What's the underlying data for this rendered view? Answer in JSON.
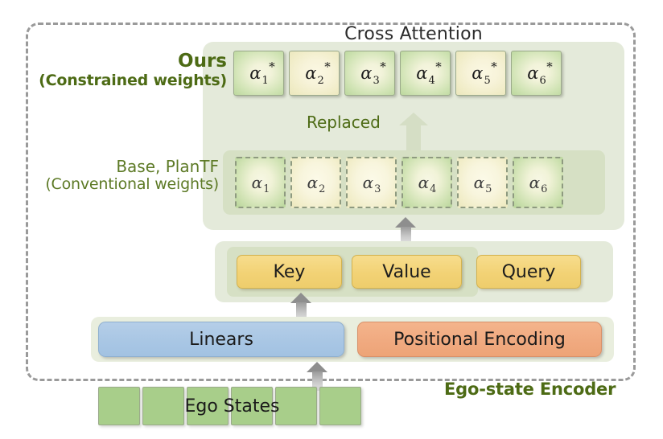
{
  "figure": {
    "cross_attention_title": "Cross Attention",
    "encoder_caption": "Ego-state Encoder",
    "replaced_label": "Replaced"
  },
  "ours": {
    "label_line1": "Ours",
    "label_line2": "(Constrained weights)",
    "weights": [
      {
        "name": "alpha-1-star",
        "symbol": "α",
        "sub": "1",
        "star": "*",
        "fill": "g"
      },
      {
        "name": "alpha-2-star",
        "symbol": "α",
        "sub": "2",
        "star": "*",
        "fill": "y"
      },
      {
        "name": "alpha-3-star",
        "symbol": "α",
        "sub": "3",
        "star": "*",
        "fill": "g"
      },
      {
        "name": "alpha-4-star",
        "symbol": "α",
        "sub": "4",
        "star": "*",
        "fill": "g"
      },
      {
        "name": "alpha-5-star",
        "symbol": "α",
        "sub": "5",
        "star": "*",
        "fill": "y"
      },
      {
        "name": "alpha-6-star",
        "symbol": "α",
        "sub": "6",
        "star": "*",
        "fill": "g"
      }
    ]
  },
  "base": {
    "label_line1": "Base, PlanTF",
    "label_line2": "(Conventional weights)",
    "weights": [
      {
        "name": "alpha-1",
        "symbol": "α",
        "sub": "1",
        "fill": "g"
      },
      {
        "name": "alpha-2",
        "symbol": "α",
        "sub": "2",
        "fill": "y"
      },
      {
        "name": "alpha-3",
        "symbol": "α",
        "sub": "3",
        "fill": "y"
      },
      {
        "name": "alpha-4",
        "symbol": "α",
        "sub": "4",
        "fill": "g"
      },
      {
        "name": "alpha-5",
        "symbol": "α",
        "sub": "5",
        "fill": "y"
      },
      {
        "name": "alpha-6",
        "symbol": "α",
        "sub": "6",
        "fill": "g"
      }
    ]
  },
  "attention_inputs": {
    "key": "Key",
    "value": "Value",
    "query": "Query"
  },
  "encoder_blocks": {
    "linears": "Linears",
    "positional_encoding": "Positional Encoding"
  },
  "ego_states": {
    "label": "Ego States",
    "token_count": 6
  },
  "colors": {
    "accent_green": "#4d6b15",
    "panel_green": "#e4eada",
    "inner_green": "#d6e0c4",
    "key_value_query": "#f2d275",
    "linears_blue": "#a8c6e4",
    "positional_orange": "#f0a97f",
    "ego_state_green": "#a8ce8a",
    "dashed_border_gray": "#9a9a9a"
  }
}
